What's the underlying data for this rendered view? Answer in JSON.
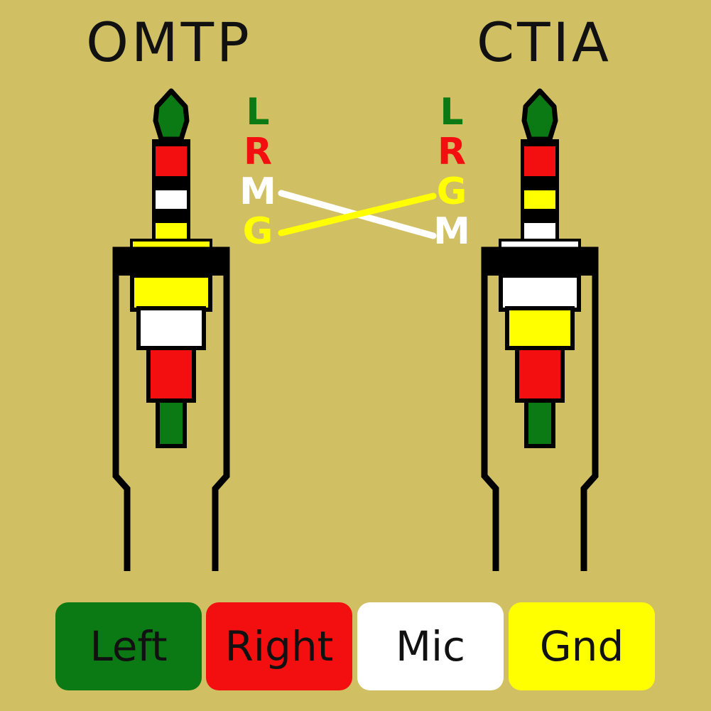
{
  "titles": {
    "left": "OMTP",
    "right": "CTIA"
  },
  "colors": {
    "background": "#D1C063",
    "left": "#0B7A14",
    "right": "#F30F0F",
    "mic": "#FFFFFF",
    "gnd": "#FFFF00",
    "outline": "#000000"
  },
  "plugs": [
    {
      "standard": "OMTP",
      "rings": [
        "left",
        "right",
        "mic",
        "gnd"
      ]
    },
    {
      "standard": "CTIA",
      "rings": [
        "left",
        "right",
        "gnd",
        "mic"
      ]
    }
  ],
  "pin_labels": {
    "omtp": [
      {
        "letter": "L",
        "color": "left"
      },
      {
        "letter": "R",
        "color": "right"
      },
      {
        "letter": "M",
        "color": "mic"
      },
      {
        "letter": "G",
        "color": "gnd"
      }
    ],
    "ctia": [
      {
        "letter": "L",
        "color": "left"
      },
      {
        "letter": "R",
        "color": "right"
      },
      {
        "letter": "G",
        "color": "gnd"
      },
      {
        "letter": "M",
        "color": "mic"
      }
    ]
  },
  "crossover": [
    {
      "from": "M",
      "to": "M",
      "color": "mic"
    },
    {
      "from": "G",
      "to": "G",
      "color": "gnd"
    }
  ],
  "legend": [
    {
      "label": "Left",
      "color": "left"
    },
    {
      "label": "Right",
      "color": "right"
    },
    {
      "label": "Mic",
      "color": "mic"
    },
    {
      "label": "Gnd",
      "color": "gnd"
    }
  ]
}
